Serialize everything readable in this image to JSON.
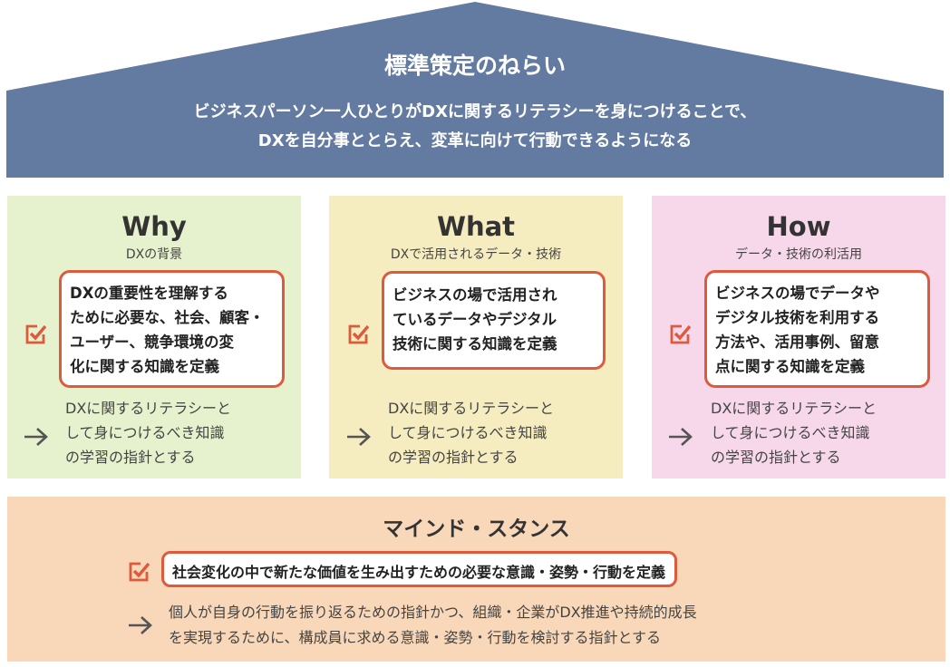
{
  "roof": {
    "title": "標準策定のねらい",
    "line1": "ビジネスパーソン一人ひとりがDXに関するリテラシーを身につけることで、",
    "line2": "DXを自分事ととらえ、変革に向けて行動できるようになる"
  },
  "pillars": [
    {
      "title": "Why",
      "subtitle": "DXの背景",
      "box_lines": [
        "DXの重要性を理解する",
        "ために必要な、社会、顧客・",
        "ユーザー、競争環境の変",
        "化に関する知識を定義"
      ],
      "note_lines": [
        "DXに関するリテラシーと",
        "して身につけるべき知識",
        "の学習の指針とする"
      ]
    },
    {
      "title": "What",
      "subtitle": "DXで活用されるデータ・技術",
      "box_lines": [
        "ビジネスの場で活用され",
        "ているデータやデジタル",
        "技術に関する知識を定義"
      ],
      "note_lines": [
        "DXに関するリテラシーと",
        "して身につけるべき知識",
        "の学習の指針とする"
      ]
    },
    {
      "title": "How",
      "subtitle": "データ・技術の利活用",
      "box_lines": [
        "ビジネスの場でデータや",
        "デジタル技術を利用する",
        "方法や、活用事例、留意",
        "点に関する知識を定義"
      ],
      "note_lines": [
        "DXに関するリテラシーと",
        "して身につけるべき知識",
        "の学習の指針とする"
      ]
    }
  ],
  "mindset": {
    "title": "マインド・スタンス",
    "box_text": "社会変化の中で新たな価値を生み出すための必要な意識・姿勢・行動を定義",
    "note_lines": [
      "個人が自身の行動を振り返るための指針かつ、組織・企業がDX推進や持続的成長",
      "を実現するために、構成員に求める意識・姿勢・行動を検討する指針とする"
    ]
  },
  "colors": {
    "roof": "#647ba1",
    "why_bg": "#e6f1cd",
    "what_bg": "#f5ecbf",
    "how_bg": "#f7d8eb",
    "mind_bg": "#f9d7b9",
    "accent": "#de5a3c"
  },
  "icons": {
    "check": "check-box-icon",
    "arrow": "arrow-right-icon"
  }
}
